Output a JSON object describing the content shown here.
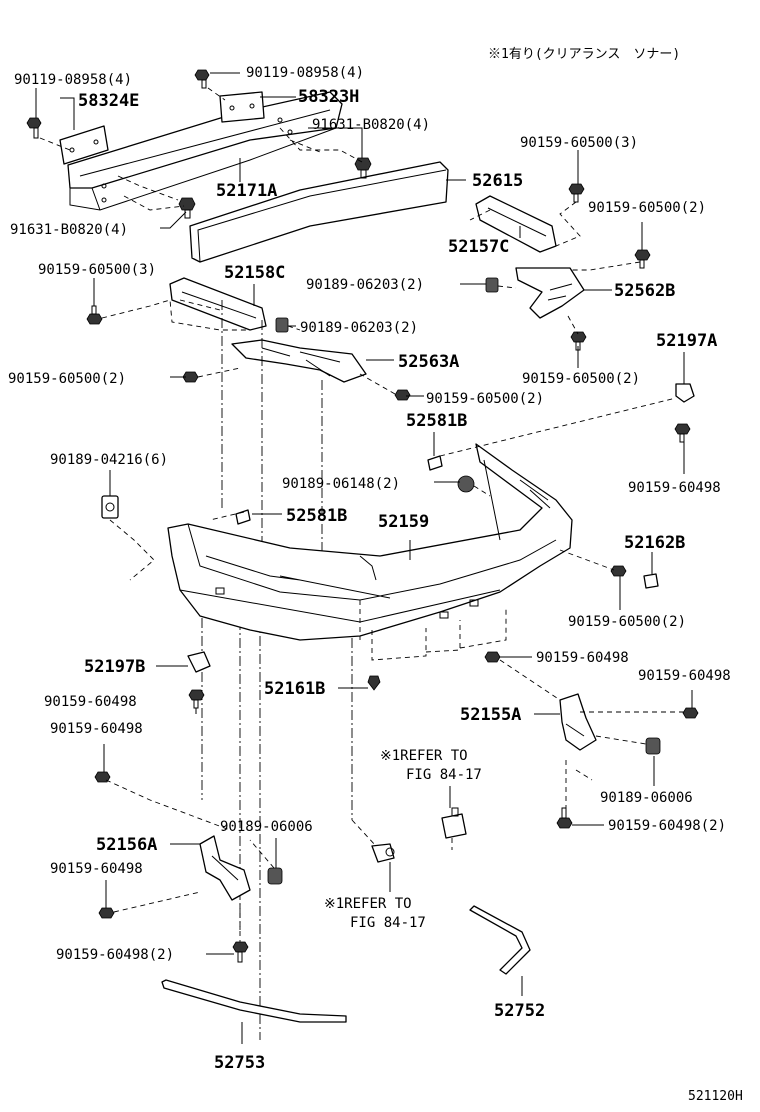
{
  "header_note": "※1有り(クリアランス　ソナー)",
  "fig_id": "521120H",
  "callouts": {
    "c01": "90119-08958(4)",
    "c02": "90119-08958(4)",
    "c03": "58324E",
    "c04": "58323H",
    "c05": "91631-B0820(4)",
    "c06": "52171A",
    "c07": "52615",
    "c08": "91631-B0820(4)",
    "c09": "90159-60500(3)",
    "c10": "90159-60500(2)",
    "c11": "52157C",
    "c12": "90159-60500(3)",
    "c13": "52158C",
    "c14": "90189-06203(2)",
    "c15": "52562B",
    "c16": "90189-06203(2)",
    "c17": "52563A",
    "c18": "90159-60500(2)",
    "c19": "90159-60500(2)",
    "c20": "90159-60500(2)",
    "c21": "52197A",
    "c22": "52581B",
    "c23": "90189-04216(6)",
    "c24": "90189-06148(2)",
    "c25": "90159-60498",
    "c26": "52581B",
    "c27": "52159",
    "c28": "52162B",
    "c29": "90159-60500(2)",
    "c30": "90159-60498",
    "c31": "52197B",
    "c32": "90159-60498",
    "c33": "52161B",
    "c34": "90159-60498",
    "c35": "52155A",
    "c36": "90159-60498",
    "c37": "※1REFER TO",
    "c38": "FIG 84-17",
    "c39": "90189-06006",
    "c40": "90189-06006",
    "c41": "90159-60498(2)",
    "c42": "52156A",
    "c43": "90159-60498",
    "c44": "※1REFER TO",
    "c45": "FIG 84-17",
    "c46": "90159-60498(2)",
    "c47": "52752",
    "c48": "52753"
  },
  "colors": {
    "line": "#000000",
    "background": "#ffffff"
  }
}
